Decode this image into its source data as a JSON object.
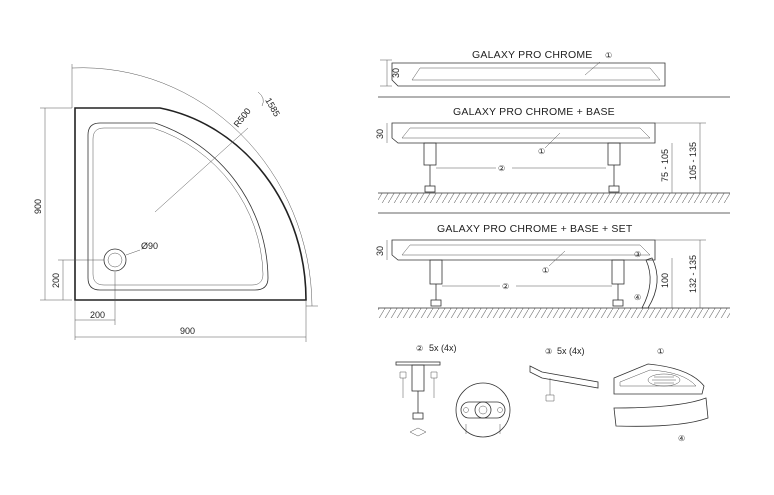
{
  "plan_view": {
    "dim_width": "900",
    "dim_height": "900",
    "dim_radius": "R500",
    "dim_arc": "1585",
    "dim_drain": "Ø90",
    "dim_drain_x": "200",
    "dim_drain_y": "200"
  },
  "variants": [
    {
      "title": "GALAXY PRO CHROME",
      "dims": [
        "30"
      ]
    },
    {
      "title": "GALAXY PRO CHROME + BASE",
      "dims": [
        "30",
        "75 - 105",
        "105 - 135"
      ]
    },
    {
      "title": "GALAXY PRO CHROME + BASE + SET",
      "dims": [
        "30",
        "100",
        "132 - 135"
      ]
    }
  ],
  "callouts": [
    "①",
    "②",
    "③",
    "④"
  ],
  "parts": {
    "legs": {
      "marker": "②",
      "qty": "5x (4x)"
    },
    "brackets": {
      "marker": "③",
      "qty": "5x (4x)"
    },
    "tray": {
      "marker": "①"
    },
    "panel": {
      "marker": "④"
    }
  }
}
